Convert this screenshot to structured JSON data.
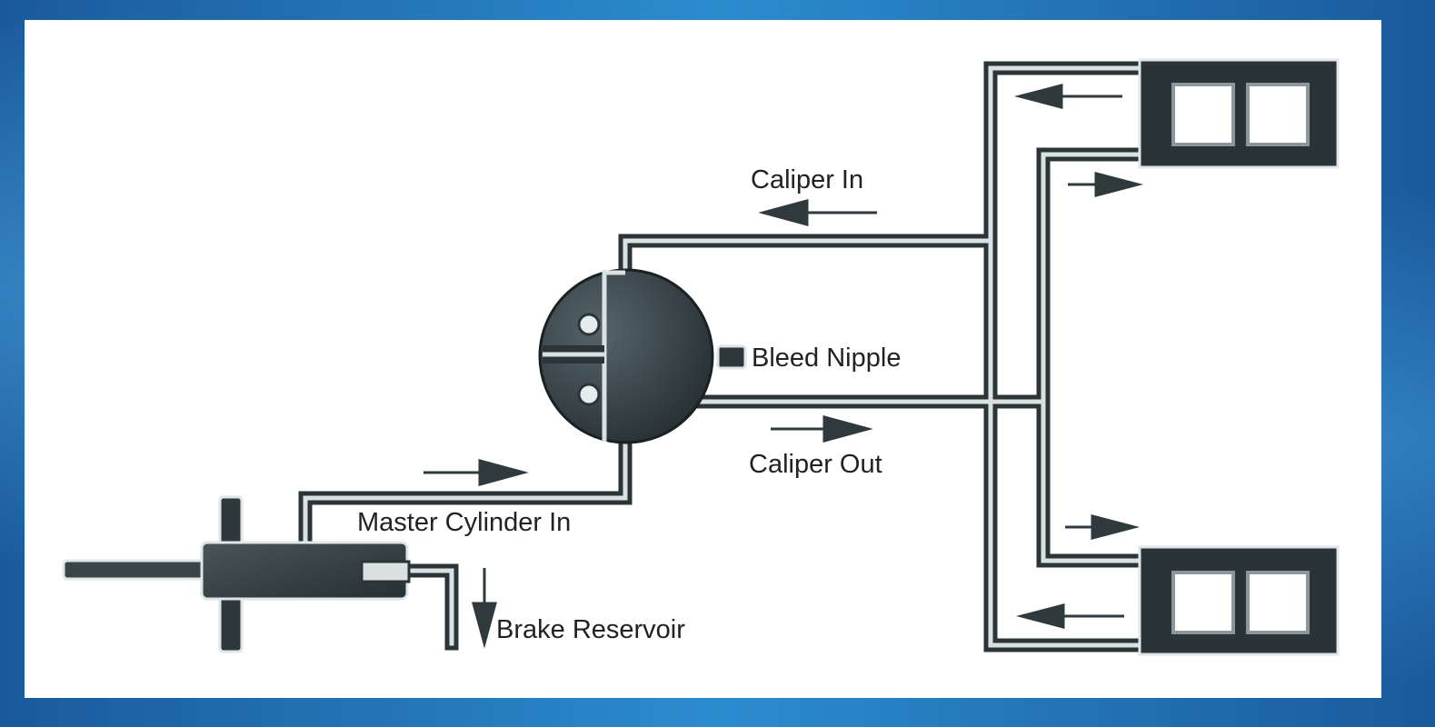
{
  "labels": {
    "caliper_in": "Caliper In",
    "bleed_nipple": "Bleed Nipple",
    "caliper_out": "Caliper Out",
    "master_cylinder_in": "Master Cylinder In",
    "brake_reservoir": "Brake Reservoir"
  },
  "colors": {
    "frame": "#1f6fb4",
    "panel": "#ffffff",
    "pipe_fill": "#3a4447",
    "pipe_highlight": "#d9e0e2",
    "arrow": "#2f3a3d",
    "text": "#222222"
  }
}
